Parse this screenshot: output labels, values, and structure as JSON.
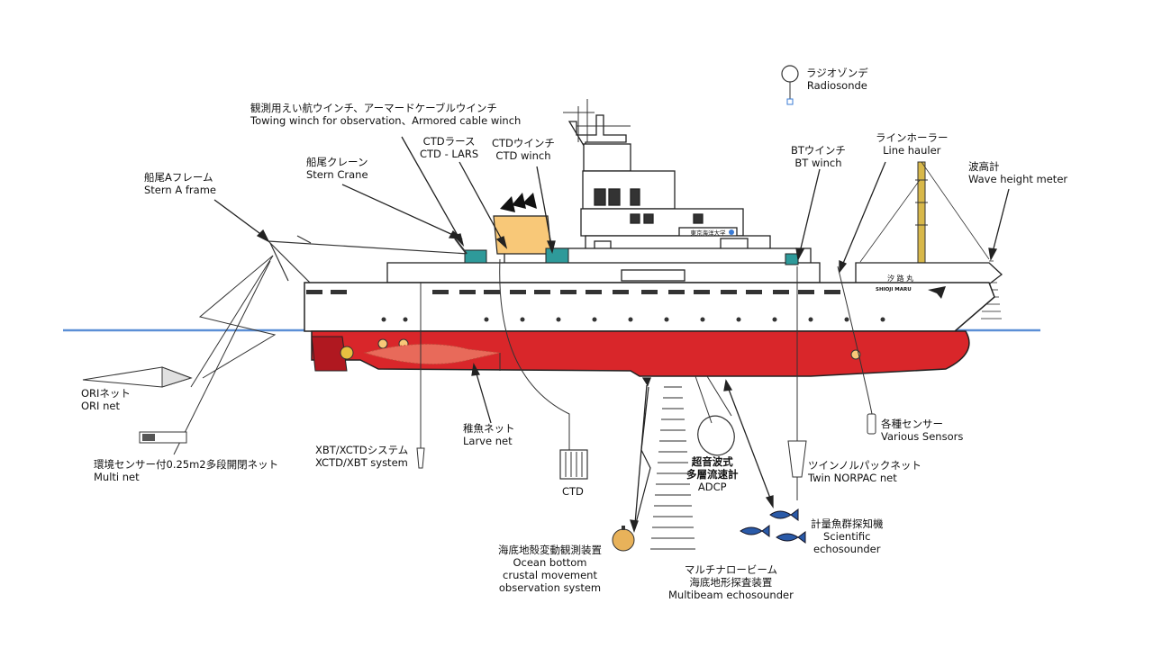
{
  "ship_name": "SHIOJI MARU",
  "ship_name_ja": "汐 路 丸",
  "bridge_plate": "東京海洋大学",
  "colors": {
    "hull_red": "#d9262a",
    "hull_white": "#ffffff",
    "sea_line": "#5b8fd6",
    "lars_yellow": "#f8c878",
    "winch_teal": "#2e9a9a",
    "buoy": "#e8b25a"
  },
  "labels": [
    {
      "id": "radiosonde",
      "ja": "ラジオゾンデ",
      "en": "Radiosonde"
    },
    {
      "id": "towing-winch",
      "ja": "観測用えい航ウインチ、アーマードケーブルウインチ",
      "en": "Towing winch for observation、Armored cable winch"
    },
    {
      "id": "ctd-lars",
      "ja": "CTDラース",
      "en": "CTD - LARS"
    },
    {
      "id": "ctd-winch",
      "ja": "CTDウインチ",
      "en": "CTD winch"
    },
    {
      "id": "bt-winch",
      "ja": "BTウインチ",
      "en": "BT winch"
    },
    {
      "id": "line-hauler",
      "ja": "ラインホーラー",
      "en": "Line hauler"
    },
    {
      "id": "wave-height-meter",
      "ja": "波高計",
      "en": "Wave height meter"
    },
    {
      "id": "stern-crane",
      "ja": "船尾クレーン",
      "en": "Stern Crane"
    },
    {
      "id": "stern-a-frame",
      "ja": "船尾Aフレーム",
      "en": "Stern A frame"
    },
    {
      "id": "ori-net",
      "ja": "ORIネット",
      "en": "ORI net"
    },
    {
      "id": "multi-net",
      "ja": "環境センサー付0.25m2多段開閉ネット",
      "en": "Multi net"
    },
    {
      "id": "xctd",
      "ja": "XBT/XCTDシステム",
      "en": "XCTD/XBT system"
    },
    {
      "id": "larve-net",
      "ja": "稚魚ネット",
      "en": "Larve net"
    },
    {
      "id": "ctd",
      "ja": "",
      "en": "CTD"
    },
    {
      "id": "adcp",
      "ja": "超音波式",
      "ja2": "多層流速計",
      "en": "ADCP"
    },
    {
      "id": "various-sensors",
      "ja": "各種センサー",
      "en": "Various Sensors"
    },
    {
      "id": "norpac",
      "ja": "ツインノルパックネット",
      "en": "Twin NORPAC net"
    },
    {
      "id": "echosounder",
      "ja": "計量魚群探知機",
      "en": "Scientific",
      "en2": "echosounder"
    },
    {
      "id": "ocean-bottom",
      "ja": "海底地殻変動観測装置",
      "en": "Ocean bottom",
      "en2": "crustal movement",
      "en3": "observation system"
    },
    {
      "id": "multibeam",
      "ja": "マルチナロービーム",
      "ja2": "海底地形探査装置",
      "en": "Multibeam echosounder"
    }
  ]
}
